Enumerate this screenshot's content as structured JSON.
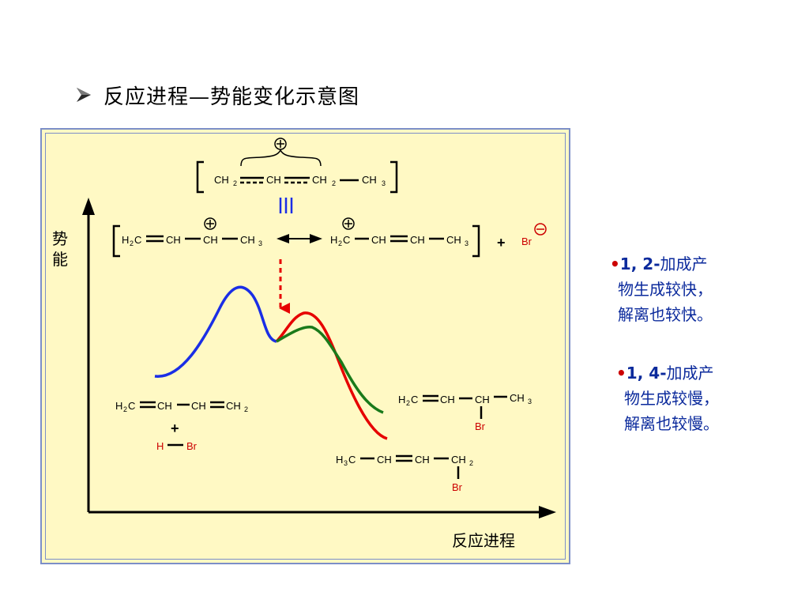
{
  "title": "反应进程—势能变化示意图",
  "axis": {
    "y_label_1": "势",
    "y_label_2": "能",
    "x_label": "反应进程"
  },
  "resonance_hybrid": {
    "segments": [
      "CH",
      "2",
      "CH",
      "CH",
      "2",
      "CH",
      "3"
    ],
    "charge": "⊕",
    "equiv": "|||"
  },
  "cation_left": {
    "parts": [
      "H",
      "2",
      "C",
      "CH",
      "CH",
      "CH",
      "3"
    ],
    "charge": "⊕"
  },
  "cation_right": {
    "parts": [
      "H",
      "2",
      "C",
      "CH",
      "CH",
      "CH",
      "3"
    ],
    "charge": "⊕"
  },
  "plus": "+",
  "bromide": {
    "label": "Br",
    "charge": "⊖"
  },
  "reactant": {
    "parts": [
      "H",
      "2",
      "C",
      "CH",
      "CH",
      "CH",
      "2"
    ],
    "plus": "+",
    "hbr_h": "H",
    "hbr_br": "Br"
  },
  "product_12": {
    "parts": [
      "H",
      "2",
      "C",
      "CH",
      "CH",
      "CH",
      "3"
    ],
    "br": "Br"
  },
  "product_14": {
    "parts": [
      "H",
      "3",
      "C",
      "CH",
      "CH",
      "CH",
      "2"
    ],
    "br": "Br"
  },
  "notes": [
    {
      "dot": "•",
      "bold": "1, 2-",
      "line1": "加成产",
      "line2": "物生成较快，",
      "line3": "解离也较快。"
    },
    {
      "dot": "•",
      "bold": "1, 4-",
      "line1": "加成产",
      "line2": "物生成较慢，",
      "line3": "解离也较慢。"
    }
  ],
  "colors": {
    "blue_curve": "#1a2ee6",
    "red_curve": "#e60000",
    "green_curve": "#1a7a1a",
    "note_text": "#0b2a9c",
    "panel_bg": "#fff9c4"
  }
}
